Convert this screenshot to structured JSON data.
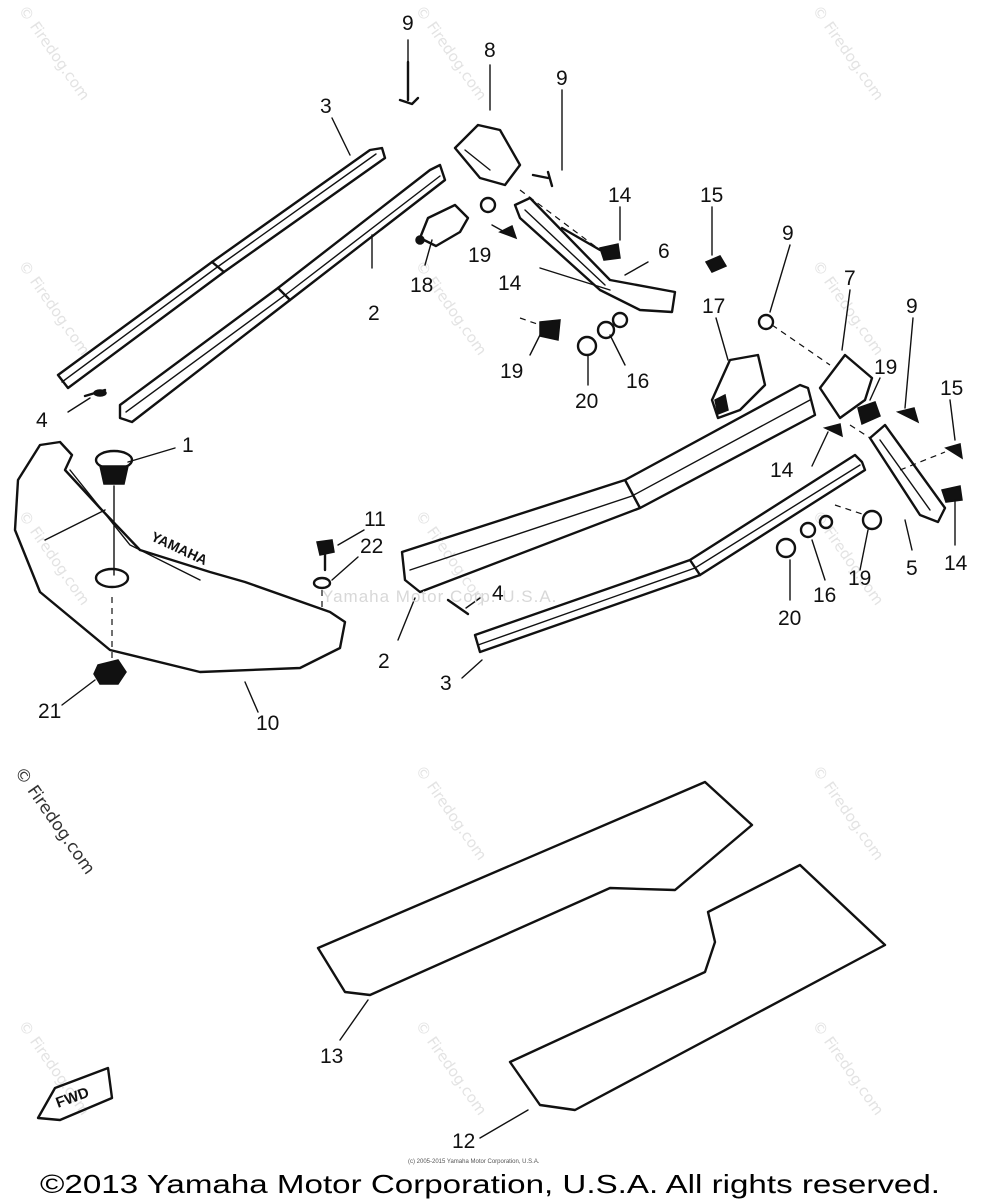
{
  "diagram": {
    "callouts": [
      {
        "id": "c9a",
        "text": "9"
      },
      {
        "id": "c8",
        "text": "8"
      },
      {
        "id": "c9b",
        "text": "9"
      },
      {
        "id": "c3a",
        "text": "3"
      },
      {
        "id": "c14a",
        "text": "14"
      },
      {
        "id": "c15a",
        "text": "15"
      },
      {
        "id": "c19a",
        "text": "19"
      },
      {
        "id": "c14b",
        "text": "14"
      },
      {
        "id": "c6",
        "text": "6"
      },
      {
        "id": "c18",
        "text": "18"
      },
      {
        "id": "c2a",
        "text": "2"
      },
      {
        "id": "c9c",
        "text": "9"
      },
      {
        "id": "c7",
        "text": "7"
      },
      {
        "id": "c9d",
        "text": "9"
      },
      {
        "id": "c17",
        "text": "17"
      },
      {
        "id": "c19b",
        "text": "19"
      },
      {
        "id": "c16a",
        "text": "16"
      },
      {
        "id": "c20a",
        "text": "20"
      },
      {
        "id": "c19c",
        "text": "19"
      },
      {
        "id": "c15b",
        "text": "15"
      },
      {
        "id": "c4a",
        "text": "4"
      },
      {
        "id": "c1",
        "text": "1"
      },
      {
        "id": "c14c",
        "text": "14"
      },
      {
        "id": "c11",
        "text": "11"
      },
      {
        "id": "c22",
        "text": "22"
      },
      {
        "id": "c5",
        "text": "5"
      },
      {
        "id": "c14d",
        "text": "14"
      },
      {
        "id": "c19d",
        "text": "19"
      },
      {
        "id": "c16b",
        "text": "16"
      },
      {
        "id": "c20b",
        "text": "20"
      },
      {
        "id": "c4b",
        "text": "4"
      },
      {
        "id": "c2b",
        "text": "2"
      },
      {
        "id": "c3b",
        "text": "3"
      },
      {
        "id": "c21",
        "text": "21"
      },
      {
        "id": "c10",
        "text": "10"
      },
      {
        "id": "c13",
        "text": "13"
      },
      {
        "id": "c12",
        "text": "12"
      }
    ],
    "overlay_text": "Yamaha Motor Corp. U.S.A.",
    "bumper_logo_text": "YAMAHA",
    "fwd_label": "FWD",
    "watermark_text": "© Firedog.com",
    "small_print": "(c) 2005-2015 Yamaha Motor Corporation, U.S.A.",
    "copyright": "©2013 Yamaha Motor Corporation, U.S.A. All rights reserved."
  }
}
